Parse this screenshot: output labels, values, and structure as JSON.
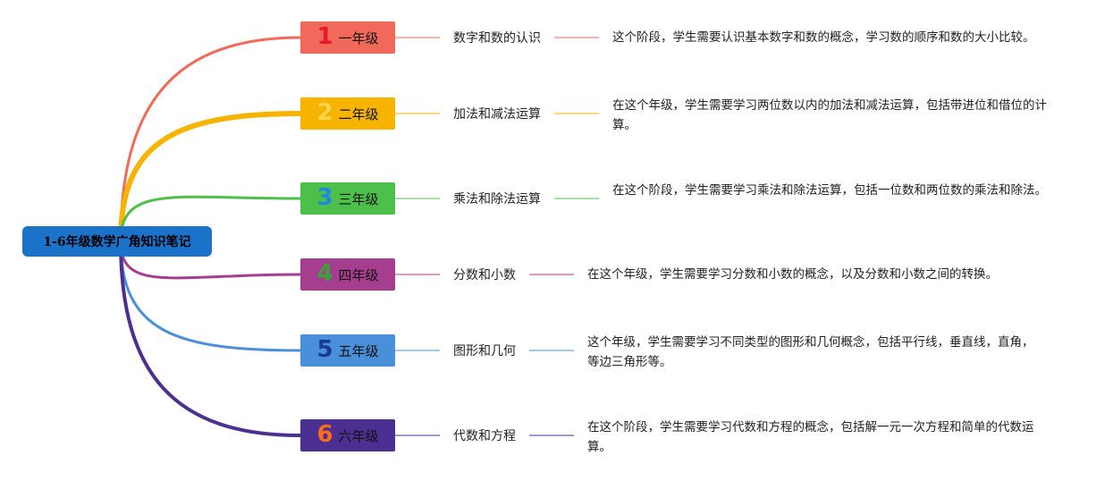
{
  "root": {
    "label": "1-6年级数学广角知识笔记",
    "color": "#1a73c9"
  },
  "grades": [
    {
      "num": "1",
      "label": "一年级",
      "topic": "数字和数的认识",
      "desc": "这个阶段，学生需要认识基本数字和数的概念，学习数的顺序和数的大小比较。",
      "color": "#f0695a",
      "num_color": "#e8192c"
    },
    {
      "num": "2",
      "label": "二年级",
      "topic": "加法和减法运算",
      "desc": "在这个年级，学生需要学习两位数以内的加法和减法运算，包括带进位和借位的计算。",
      "color": "#f6b400",
      "num_color": "#ffd54a"
    },
    {
      "num": "3",
      "label": "三年级",
      "topic": "乘法和除法运算",
      "desc": "在这个阶段，学生需要学习乘法和除法运算，包括一位数和两位数的乘法和除法。",
      "color": "#4cc04a",
      "num_color": "#1e88e5"
    },
    {
      "num": "4",
      "label": "四年级",
      "topic": "分数和小数",
      "desc": "在这个年级，学生需要学习分数和小数的概念，以及分数和小数之间的转换。",
      "color": "#a63e8f",
      "num_color": "#3aa13a"
    },
    {
      "num": "5",
      "label": "五年级",
      "topic": "图形和几何",
      "desc": "这个年级，学生需要学习不同类型的图形和几何概念，包括平行线，垂直线，直角，等边三角形等。",
      "color": "#4a8fd9",
      "num_color": "#1a3a8f"
    },
    {
      "num": "6",
      "label": "六年级",
      "topic": "代数和方程",
      "desc": "在这个阶段，学生需要学习代数和方程的概念，包括解一元一次方程和简单的代数运算。",
      "color": "#4b2f91",
      "num_color": "#ff6d1a"
    }
  ]
}
